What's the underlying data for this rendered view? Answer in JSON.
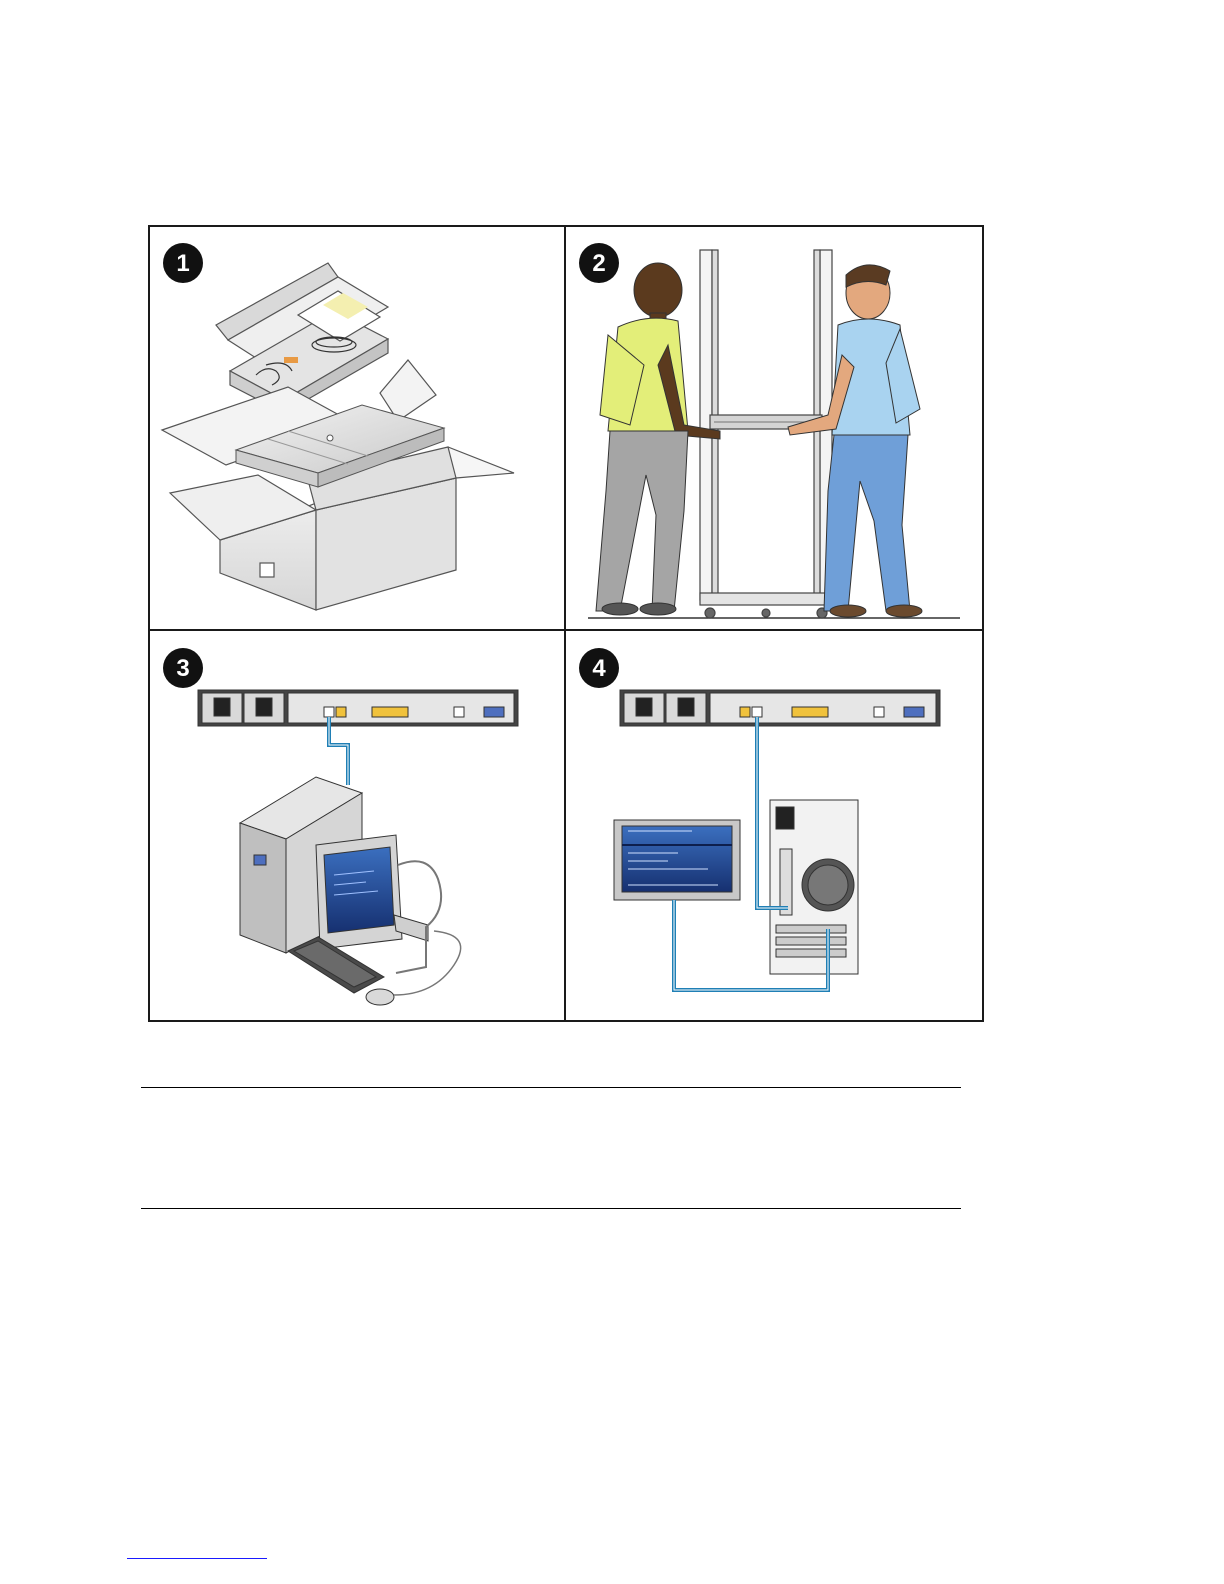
{
  "figure": {
    "steps": [
      {
        "number": "1",
        "scene": "unpacking"
      },
      {
        "number": "2",
        "scene": "rack-installation"
      },
      {
        "number": "3",
        "scene": "connect-terminal"
      },
      {
        "number": "4",
        "scene": "connect-serial-console"
      }
    ]
  },
  "colors": {
    "cable": "#1f7fb5",
    "panel_border": "#1a1a1a",
    "badge": "#111111",
    "box_line": "#555555",
    "shirt_left": "#e3ee79",
    "shirt_right": "#a9d3f0",
    "pants_right": "#6f9fd8",
    "pants_left": "#a5a5a5",
    "screen": "#1d3e85"
  },
  "footer": {
    "link_underline_color": "#1a1aff"
  }
}
